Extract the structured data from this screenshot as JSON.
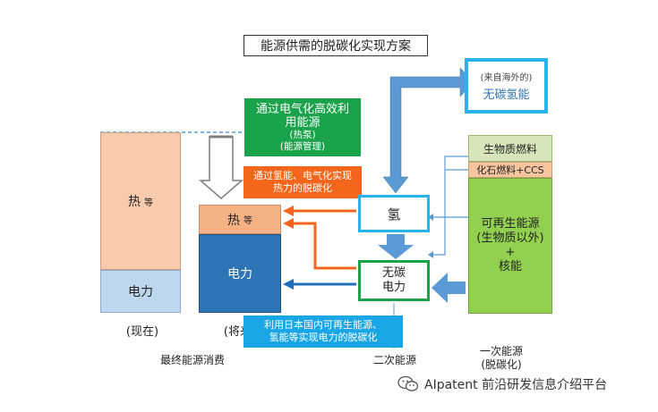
{
  "title": "能源供需的脱碳化实现方案",
  "final_consumption": {
    "current": {
      "heat": "热",
      "heat_suffix": "等",
      "power": "电力",
      "label": "(现在)"
    },
    "future": {
      "heat": "热",
      "heat_suffix": "等",
      "power": "电力",
      "label": "(将来)"
    },
    "label": "最终能源消费"
  },
  "callouts": {
    "electrification": {
      "line1": "通过电气化高效利",
      "line2": "用能源",
      "line3": "(热泵)",
      "line4": "(能源管理)"
    },
    "heat_decarbon": {
      "line1": "通过氢能、电气化实现",
      "line2": "热力的脱碳化"
    },
    "power_decarbon": {
      "line1": "利用日本国内可再生能源、",
      "line2": "氢能等实现电力的脱碳化"
    }
  },
  "secondary": {
    "hydrogen": "氢",
    "carbon_free_power_1": "无碳",
    "carbon_free_power_2": "电力",
    "label": "二次能源"
  },
  "overseas": {
    "sub": "(来自海外的)",
    "main": "无碳氢能"
  },
  "primary": {
    "biofuel": "生物质燃料",
    "fossil_ccs": "化石燃料+CCS",
    "renewable_1": "可再生能源",
    "renewable_2": "(生物质以外)",
    "plus": "+",
    "nuclear": "核能",
    "label_1": "一次能源",
    "label_2": "(脱碳化)"
  },
  "watermark": {
    "text": "AIpatent 前沿研发信息介绍平台",
    "icon": "wechat-icon"
  },
  "colors": {
    "blue_arrow": "#5b9bd5",
    "orange_arrow": "#f4661b",
    "dark_blue_arrow": "#1f6fbf",
    "green": "#1aa34a",
    "cyan": "#18a6e6"
  }
}
